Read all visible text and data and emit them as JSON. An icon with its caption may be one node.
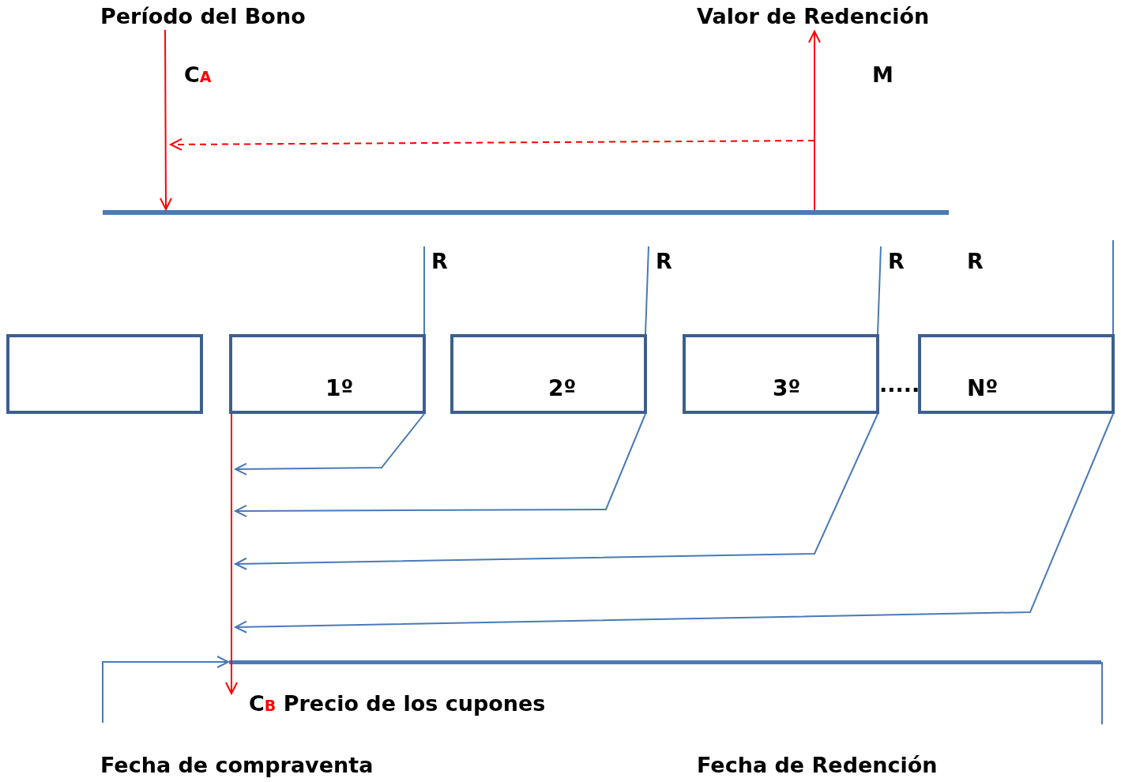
{
  "diagram": {
    "nodes": [
      {
        "text": [
          "Período del Bono"
        ]
      },
      {
        "text": [
          "Valor de Redención"
        ]
      },
      {
        "text": [],
        "shape": "bar"
      },
      {
        "text": [
          "R"
        ]
      },
      {
        "text": [
          "R"
        ]
      },
      {
        "text": [
          "R"
        ]
      },
      {
        "text": [
          "R"
        ]
      },
      {
        "text": [],
        "shape": "box"
      },
      {
        "text": [
          "1º"
        ]
      },
      {
        "text": [
          "2º"
        ]
      },
      {
        "text": [
          "3º"
        ]
      },
      {
        "text": [
          "Nº"
        ]
      },
      {
        "text": [],
        "shape": "bar"
      }
    ],
    "edges": [
      {
        "from": 0,
        "to": 2,
        "arrow": "to",
        "color": "#ff0000"
      },
      {
        "from": 2,
        "to": 1,
        "arrow": "to",
        "color": "#ff0000"
      },
      {
        "from": 8,
        "to": 12,
        "arrow": "to",
        "color": "#ff0000"
      },
      {
        "from": 8,
        "to": null,
        "arrow": "to"
      },
      {
        "from": 9,
        "to": null,
        "arrow": "to"
      },
      {
        "from": 10,
        "to": null,
        "arrow": "to"
      },
      {
        "from": 11,
        "to": null,
        "arrow": "to"
      },
      {
        "from": null,
        "to": 12,
        "arrow": "to"
      },
      {
        "from": 8,
        "to": 3,
        "arrow": "none"
      },
      {
        "from": 9,
        "to": 4,
        "arrow": "none"
      },
      {
        "from": 10,
        "to": 5,
        "arrow": "none"
      },
      {
        "from": 11,
        "to": null,
        "arrow": "none"
      }
    ],
    "labels": [
      "C$_{A}$",
      "M",
      ".....",
      "C$_{B}$ Precio de los cupones",
      "Fecha de compraventa",
      "Fecha de Redención"
    ]
  }
}
